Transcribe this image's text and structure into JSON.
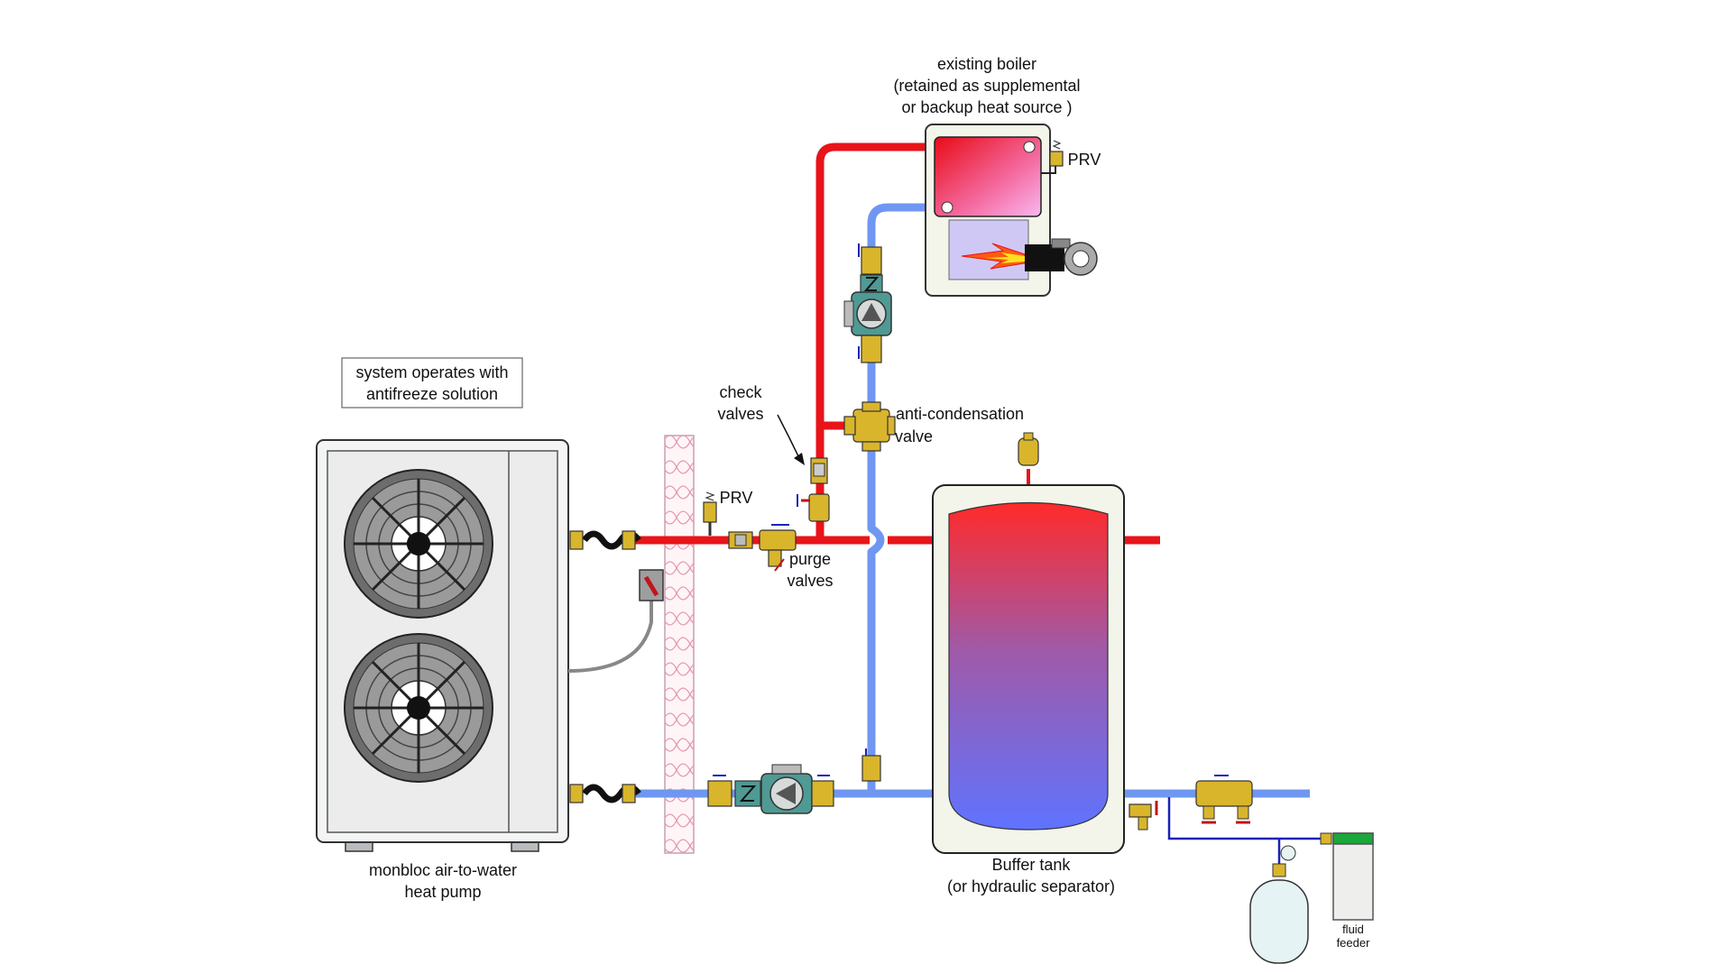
{
  "labels": {
    "boiler_line1": "existing boiler",
    "boiler_line2": "(retained as supplemental",
    "boiler_line3": "or backup heat source )",
    "prv_boiler": "PRV",
    "prv_hp": "PRV",
    "antifreeze_line1": "system operates with",
    "antifreeze_line2": "antifreeze solution",
    "check_line1": "check",
    "check_line2": "valves",
    "anticond_line1": "anti-condensation",
    "anticond_line2": "valve",
    "purge_line1": "purge",
    "purge_line2": "valves",
    "heatpump_line1": "monbloc air-to-water",
    "heatpump_line2": "heat pump",
    "buffer_line1": "Buffer tank",
    "buffer_line2": "(or hydraulic separator)",
    "feeder_line1": "fluid",
    "feeder_line2": "feeder"
  },
  "colors": {
    "hot_pipe": "#e8141a",
    "cool_pipe": "#6f97f2",
    "brass": "#d9b52c",
    "tank_top": "#ff2a2a",
    "tank_bottom": "#5f73ff",
    "cabinet": "#f3f5ea",
    "feeder_cap": "#1aa83a"
  }
}
